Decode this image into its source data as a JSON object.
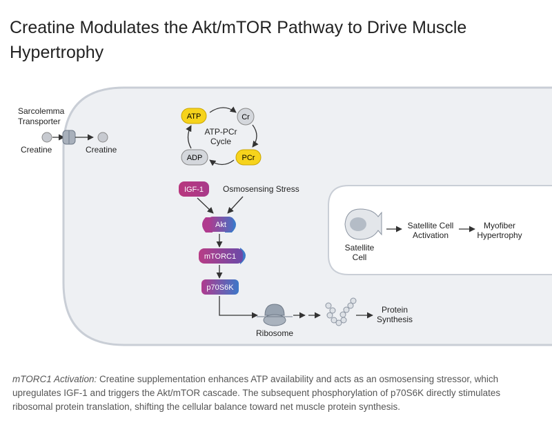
{
  "title": "Creatine Modulates the Akt/mTOR Pathway to Drive Muscle Hypertrophy",
  "transport": {
    "transporter_line1": "Sarcolemma",
    "transporter_line2": "Transporter",
    "creatine_outside": "Creatine",
    "creatine_inside": "Creatine"
  },
  "cycle": {
    "atp": "ATP",
    "cr": "Cr",
    "adp": "ADP",
    "pcr": "PCr",
    "label_line1": "ATP-PCr",
    "label_line2": "Cycle"
  },
  "signaling": {
    "igf1": "IGF-1",
    "osmo": "Osmosensing Stress",
    "akt": "Akt",
    "mtorc1": "mTORC1",
    "p70s6k": "p70S6K"
  },
  "translation": {
    "ribosome": "Ribosome",
    "protein_line1": "Protein",
    "protein_line2": "Synthesis"
  },
  "satellite": {
    "cell_line1": "Satellite",
    "cell_line2": "Cell",
    "activation_line1": "Satellite Cell",
    "activation_line2": "Activation",
    "hypertrophy_line1": "Myofiber",
    "hypertrophy_line2": "Hypertrophy"
  },
  "caption": {
    "lead": "mTORC1 Activation:",
    "body": " Creatine supplementation enhances ATP availability and acts as an osmosensing stressor, which upregulates IGF-1 and triggers the Akt/mTOR cascade. The subsequent phosphorylation of p70S6K directly stimulates ribosomal protein translation, shifting the cellular balance toward net muscle protein synthesis."
  },
  "colors": {
    "atp_yellow": "#f6d31c",
    "cell_fill": "#eef0f3",
    "magenta": "#b03a8e",
    "blue": "#3d78c8"
  }
}
